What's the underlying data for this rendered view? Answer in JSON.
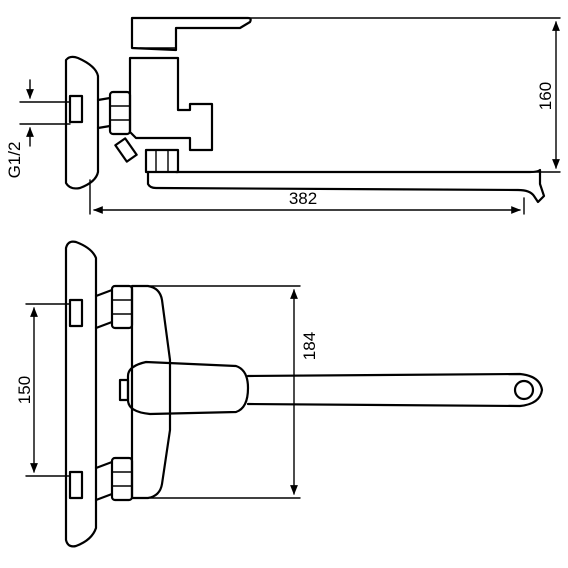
{
  "dimensions": {
    "height": "160",
    "length": "382",
    "thread": "G1/2",
    "mount_spacing": "150",
    "body_height": "184"
  }
}
